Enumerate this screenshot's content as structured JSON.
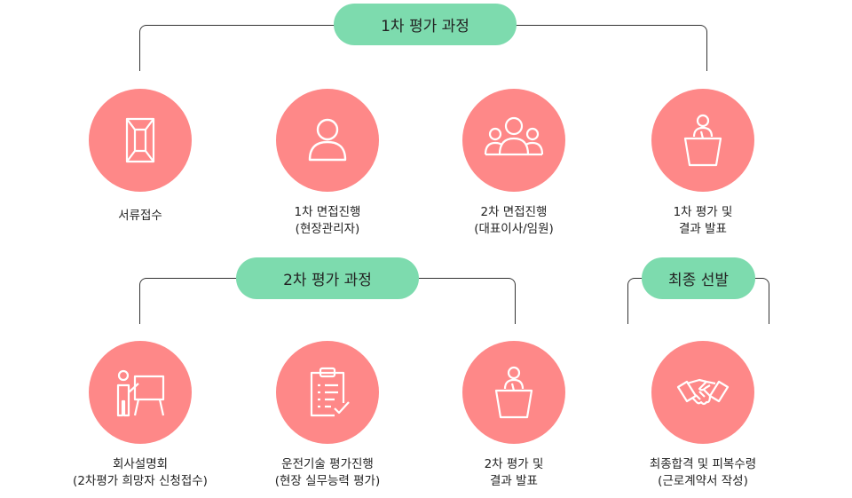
{
  "colors": {
    "accent": "#7ddbae",
    "circle": "#fe8888",
    "icon": "#ffffff",
    "line": "#333333"
  },
  "groups": [
    {
      "id": "first",
      "title": "1차 평가 과정"
    },
    {
      "id": "second",
      "title": "2차 평가 과정"
    },
    {
      "id": "final",
      "title": "최종 선발"
    }
  ],
  "steps": [
    {
      "icon": "envelope-icon",
      "line1": "서류접수",
      "line2": ""
    },
    {
      "icon": "person-icon",
      "line1": "1차 면접진행",
      "line2": "(현장관리자)"
    },
    {
      "icon": "group-icon",
      "line1": "2차 면접진행",
      "line2": "(대표이사/임원)"
    },
    {
      "icon": "podium-icon",
      "line1": "1차 평가 및",
      "line2": "결과 발표"
    },
    {
      "icon": "presentation-icon",
      "line1": "회사설명회",
      "line2": "(2차평가 희망자 신청접수)"
    },
    {
      "icon": "clipboard-icon",
      "line1": "운전기술 평가진행",
      "line2": "(현장 실무능력 평가)"
    },
    {
      "icon": "podium-icon",
      "line1": "2차 평가 및",
      "line2": "결과 발표"
    },
    {
      "icon": "handshake-icon",
      "line1": "최종합격 및 피복수령",
      "line2": "(근로계약서 작성)"
    }
  ]
}
